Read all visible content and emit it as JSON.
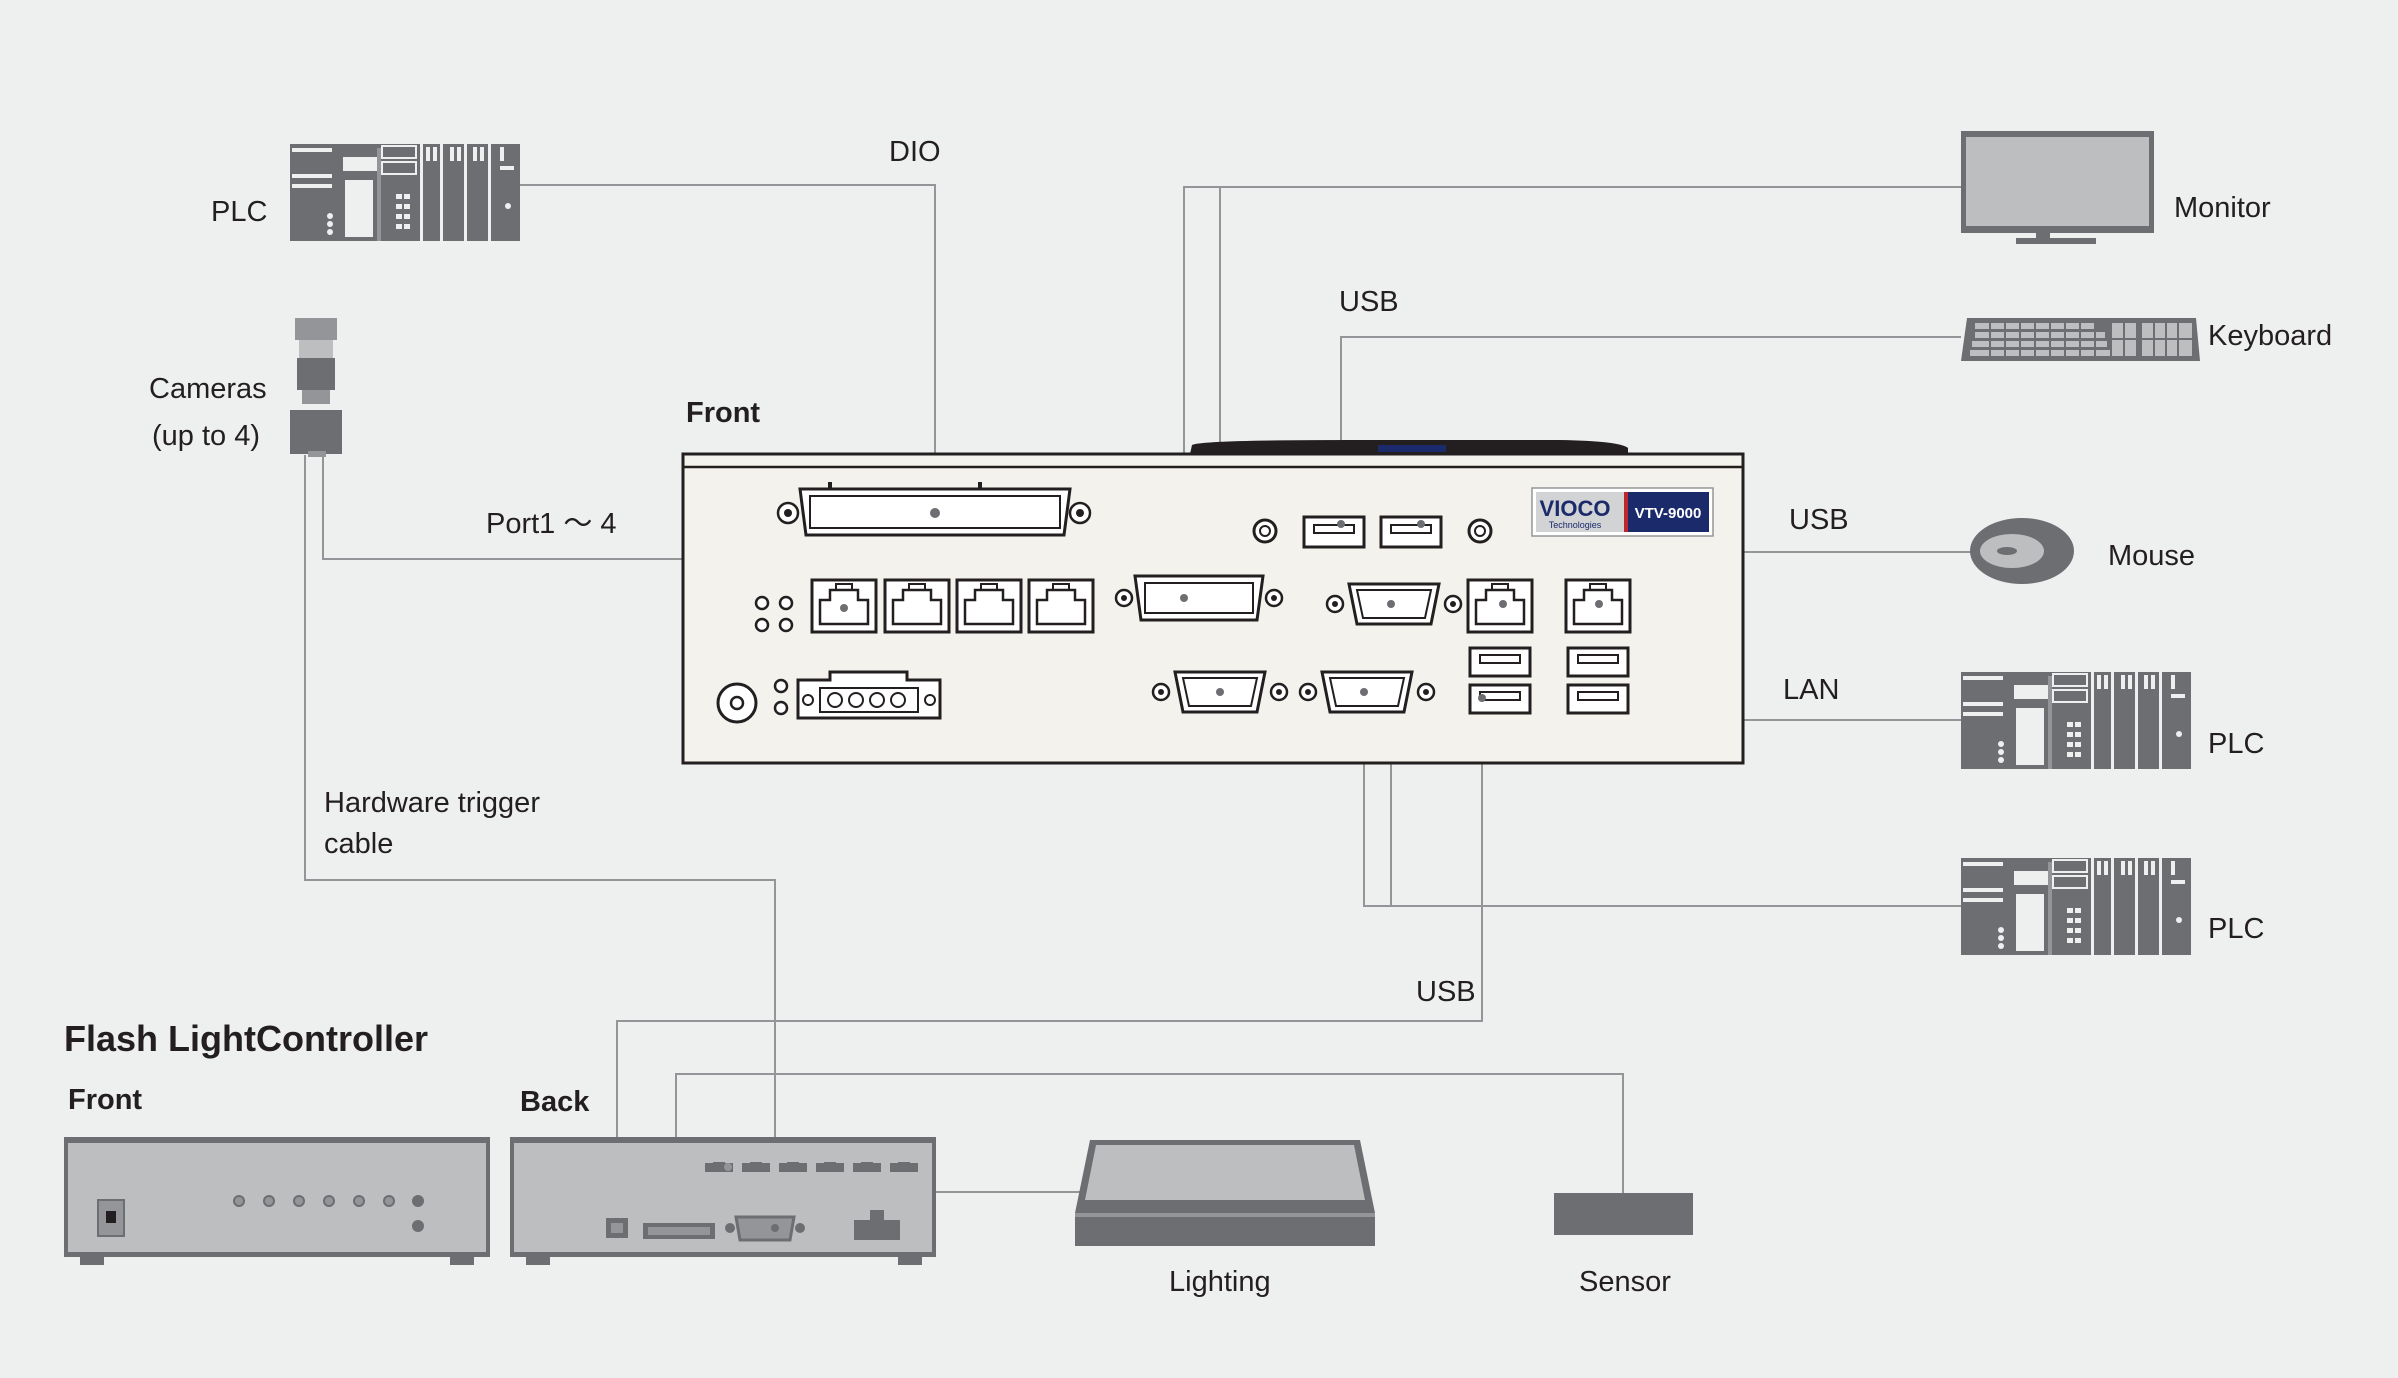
{
  "labels": {
    "dio": "DIO",
    "plc_top": "PLC",
    "cameras": "Cameras",
    "cameras_sub": "(up to 4)",
    "port": "Port1 ～ 4",
    "front_top": "Front",
    "usb_keyboard": "USB",
    "usb_mouse": "USB",
    "lan": "LAN",
    "monitor": "Monitor",
    "keyboard": "Keyboard",
    "mouse": "Mouse",
    "plc_right_1": "PLC",
    "plc_right_2": "PLC",
    "hw_trigger_1": "Hardware trigger",
    "hw_trigger_2": "cable",
    "usb_bottom": "USB",
    "flash_title": "Flash LightController",
    "flc_front": "Front",
    "flc_back": "Back",
    "lighting": "Lighting",
    "sensor": "Sensor"
  },
  "brand": {
    "logo_text": "VIOCO",
    "logo_sub": "Technologies",
    "model": "VTV-9000"
  },
  "colors": {
    "background": "#eeefef",
    "device_dark": "#6d6e71",
    "device_mid": "#939598",
    "device_light": "#bcbec0",
    "panel": "#f4f2ec",
    "wire": "#939598",
    "text": "#231f20",
    "brand_blue": "#1b2a6b",
    "brand_red": "#c0272d"
  },
  "icons": [
    "plc-icon",
    "camera-icon",
    "monitor-icon",
    "keyboard-icon",
    "mouse-icon",
    "lighting-icon",
    "sensor-icon"
  ]
}
